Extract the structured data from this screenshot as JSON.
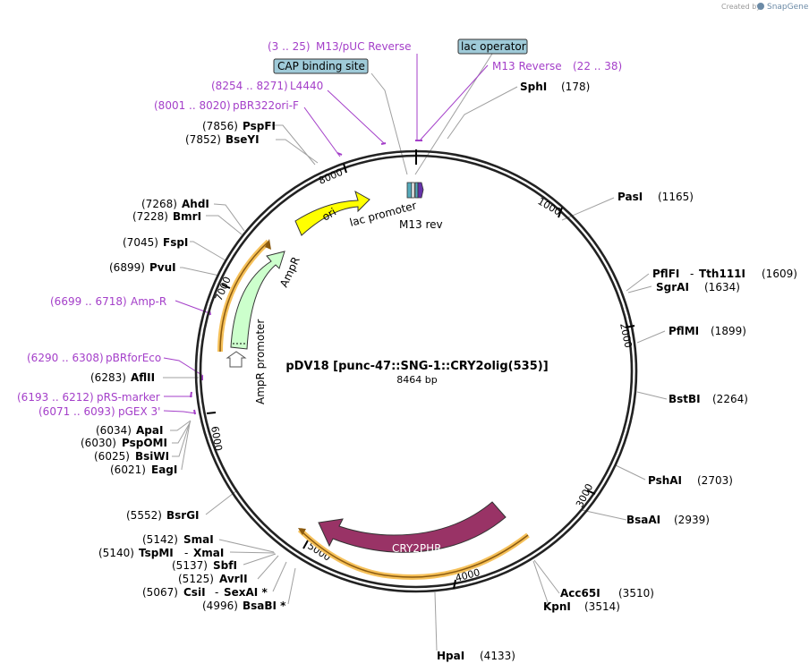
{
  "branding": {
    "created_by": "Created by",
    "app": "SnapGene"
  },
  "plasmid": {
    "name": "pDV18 [punc-47::SNG-1::CRY2olig(535)]",
    "length": "8464 bp"
  },
  "ticks": [
    "1000",
    "2000",
    "3000",
    "4000",
    "5000",
    "6000",
    "7000",
    "8000"
  ],
  "features": {
    "ori": "ori",
    "ampr": "AmpR",
    "ampr_promoter": "AmpR promoter",
    "cry2phr": "CRY2PHR",
    "lac_promoter": "lac promoter",
    "m13_rev": "M13 rev"
  },
  "boxed_labels": {
    "cap_binding_site": "CAP binding site",
    "lac_operator": "lac operator"
  },
  "primers": {
    "m13_puc": {
      "range": "(3 .. 25)",
      "name": "M13/pUC Reverse"
    },
    "m13_reverse": {
      "name": "M13 Reverse",
      "range": "(22 .. 38)"
    },
    "l4440": {
      "range": "(8254 .. 8271)",
      "name": "L4440"
    },
    "pbr322ori": {
      "range": "(8001 .. 8020)",
      "name": "pBR322ori-F"
    },
    "amp_r": {
      "range": "(6699 .. 6718)",
      "name": "Amp-R"
    },
    "pbrforeco": {
      "range": "(6290 .. 6308)",
      "name": "pBRforEco"
    },
    "prs_marker": {
      "range": "(6193 .. 6212)",
      "name": "pRS-marker"
    },
    "pgex3": {
      "range": "(6071 .. 6093)",
      "name": "pGEX 3'"
    }
  },
  "sites_right": {
    "sphi": {
      "name": "SphI",
      "pos": "(178)"
    },
    "pasi": {
      "name": "PasI",
      "pos": "(1165)"
    },
    "pflfi": {
      "name": "PflFI",
      "sep": "-",
      "name2": "Tth111I",
      "pos": "(1609)"
    },
    "sgrai": {
      "name": "SgrAI",
      "pos": "(1634)"
    },
    "pflmi": {
      "name": "PflMI",
      "pos": "(1899)"
    },
    "bstbi": {
      "name": "BstBI",
      "pos": "(2264)"
    },
    "pshai": {
      "name": "PshAI",
      "pos": "(2703)"
    },
    "bsaai": {
      "name": "BsaAI",
      "pos": "(2939)"
    },
    "acc65i": {
      "name": "Acc65I",
      "pos": "(3510)"
    },
    "kpni": {
      "name": "KpnI",
      "pos": "(3514)"
    },
    "hpai": {
      "name": "HpaI",
      "pos": "(4133)"
    }
  },
  "sites_left": {
    "pspfi": {
      "pos": "(7856)",
      "name": "PspFI"
    },
    "bseyi": {
      "pos": "(7852)",
      "name": "BseYI"
    },
    "ahdi": {
      "pos": "(7268)",
      "name": "AhdI"
    },
    "bmri": {
      "pos": "(7228)",
      "name": "BmrI"
    },
    "fspi": {
      "pos": "(7045)",
      "name": "FspI"
    },
    "pvui": {
      "pos": "(6899)",
      "name": "PvuI"
    },
    "aflii": {
      "pos": "(6283)",
      "name": "AflII"
    },
    "apai": {
      "pos": "(6034)",
      "name": "ApaI"
    },
    "pspomi": {
      "pos": "(6030)",
      "name": "PspOMI"
    },
    "bsiwi": {
      "pos": "(6025)",
      "name": "BsiWI"
    },
    "eagi": {
      "pos": "(6021)",
      "name": "EagI"
    },
    "bsrgi": {
      "pos": "(5552)",
      "name": "BsrGI"
    },
    "smai": {
      "pos": "(5142)",
      "name": "SmaI"
    },
    "tspmi": {
      "pos": "(5140)",
      "name": "TspMI",
      "sep": "-",
      "name2": "XmaI"
    },
    "sbfi": {
      "pos": "(5137)",
      "name": "SbfI"
    },
    "avrii": {
      "pos": "(5125)",
      "name": "AvrII"
    },
    "csii": {
      "pos": "(5067)",
      "name": "CsiI",
      "sep": "-",
      "name2": "SexAI *"
    },
    "bsabi": {
      "pos": "(4996)",
      "name": "BsaBI *"
    }
  },
  "colors": {
    "ori": "#ffff00",
    "ampr": "#ccffcc",
    "cry2phr": "#993366",
    "highlight": "#f6c15a",
    "boxed": "#9fcad8",
    "primer": "#a43fc9"
  }
}
